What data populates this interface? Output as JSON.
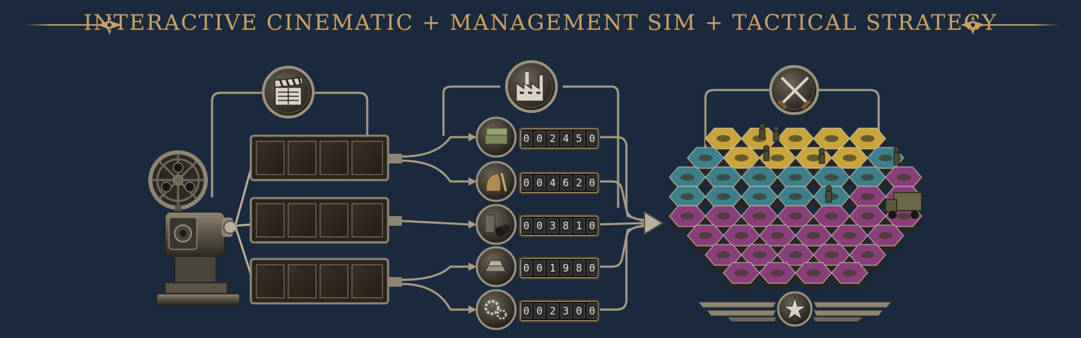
{
  "header": {
    "title": "INTERACTIVE CINEMATIC + MANAGEMENT SIM + TACTICAL STRATEGY"
  },
  "colors": {
    "background": "#1c2a3f",
    "gold": "#c7a36b",
    "pipe": "#a89c86",
    "zone_yellow": "#c9a43a",
    "zone_blue": "#3f7f8c",
    "zone_magenta": "#8a3f7a"
  },
  "icons": {
    "cinematic": "clapperboard-icon",
    "management": "factory-icon",
    "tactical": "crossed-rifles-icon",
    "rank": "star-emblem-icon"
  },
  "resources": [
    {
      "icon": "money-stack-icon",
      "value": "002450"
    },
    {
      "icon": "grain-sack-icon",
      "value": "004620"
    },
    {
      "icon": "oil-coal-icon",
      "value": "003810"
    },
    {
      "icon": "metal-ingots-icon",
      "value": "001980"
    },
    {
      "icon": "gears-icon",
      "value": "002300"
    }
  ]
}
